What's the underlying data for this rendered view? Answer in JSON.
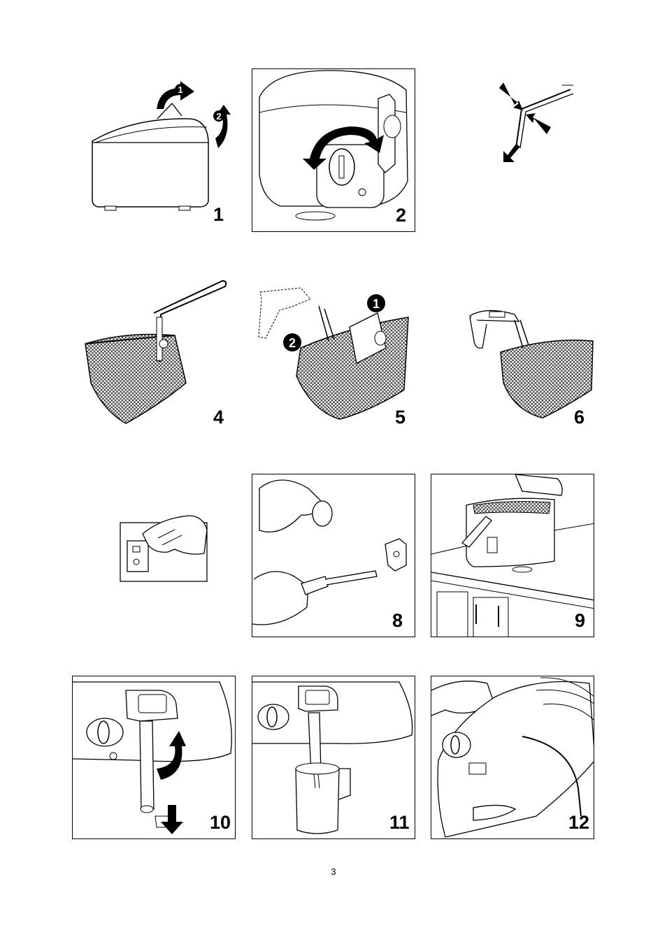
{
  "steps": [
    {
      "id": 1,
      "label": "1",
      "callouts": [
        "1",
        "2"
      ],
      "icon": "fryer-lid-opening-icon"
    },
    {
      "id": 2,
      "label": "2",
      "icon": "rotate-knob-icon"
    },
    {
      "id": 3,
      "label": "",
      "icon": "basket-handle-squeeze-icon"
    },
    {
      "id": 4,
      "label": "4",
      "icon": "basket-with-handle-icon"
    },
    {
      "id": 5,
      "label": "5",
      "callouts": [
        "1",
        "2"
      ],
      "icon": "basket-handle-attach-icon"
    },
    {
      "id": 6,
      "label": "6",
      "icon": "basket-handle-attached-icon"
    },
    {
      "id": 7,
      "label": "",
      "icon": "control-panel-hand-icon"
    },
    {
      "id": 8,
      "label": "8",
      "icon": "screwdriver-filter-icon"
    },
    {
      "id": 9,
      "label": "9",
      "icon": "fryer-on-counter-icon"
    },
    {
      "id": 10,
      "label": "10",
      "icon": "drain-tube-release-icon"
    },
    {
      "id": 11,
      "label": "11",
      "icon": "drain-oil-into-jug-icon"
    },
    {
      "id": 12,
      "label": "12",
      "icon": "lift-fryer-icon"
    }
  ],
  "page_number": "3"
}
